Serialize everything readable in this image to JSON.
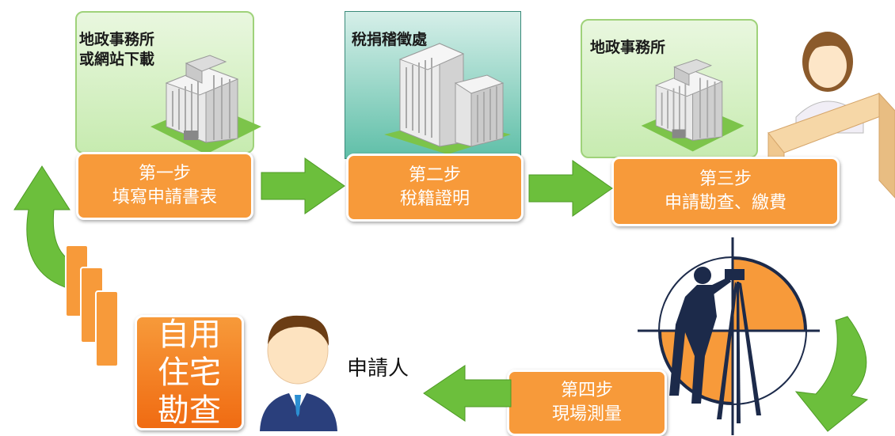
{
  "panels": {
    "land_office_1": "地政事務所\n或網站下載",
    "tax_office": "稅捐稽徵處",
    "land_office_2": "地政事務所"
  },
  "steps": {
    "step1": {
      "title": "第一步",
      "desc": "填寫申請書表"
    },
    "step2": {
      "title": "第二步",
      "desc": "稅籍證明"
    },
    "step3": {
      "title": "第三步",
      "desc": "申請勘查、繳費"
    },
    "step4": {
      "title": "第四步",
      "desc": "現場測量"
    }
  },
  "applicant_label": "申請人",
  "result_label": "自用住宅勘查",
  "colors": {
    "orange": "#f79a3a",
    "green_arrow": "#6cbf3c",
    "result_orange": "#f47a1f"
  }
}
